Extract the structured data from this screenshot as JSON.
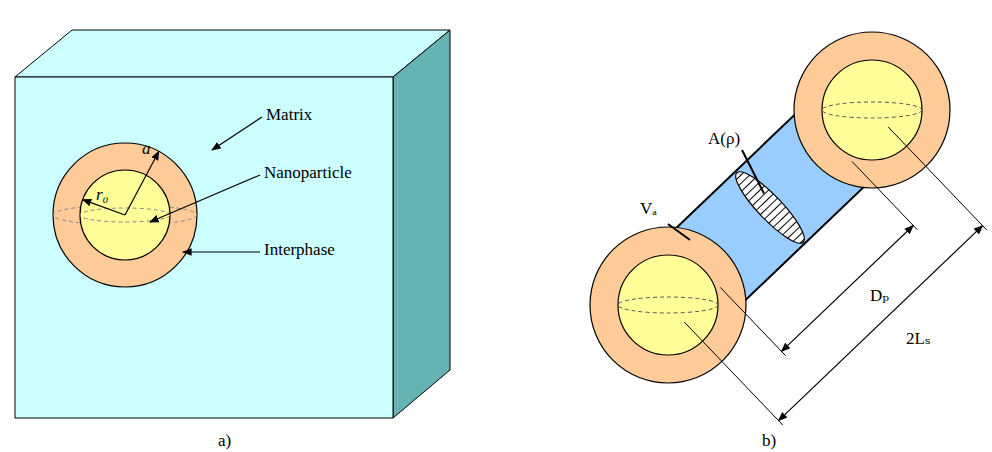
{
  "diagram": {
    "labels": [
      "Matrix",
      "a",
      "r₀",
      "Nanoparticle",
      "Interphase",
      "a)",
      "A(ρ)",
      "Vₐ",
      "Dₚ",
      "2Lₛ",
      "b)"
    ]
  }
}
